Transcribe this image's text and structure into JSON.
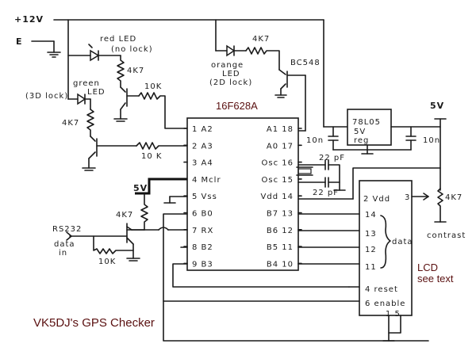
{
  "title": "VK5DJ's GPS Checker",
  "power": {
    "supply": "+12V",
    "earth": "E",
    "regulated": "5V",
    "logic_5v": "5V"
  },
  "leds": {
    "red": {
      "label": "red LED",
      "note": "(no lock)"
    },
    "green": {
      "label": "green LED",
      "note": "(3D lock)"
    },
    "orange": {
      "label": "orange LED",
      "label_line1": "orange",
      "label_line2": "LED",
      "note": "(2D lock)"
    }
  },
  "resistors": {
    "r_red": "4K7",
    "r_green": "4K7",
    "r_orange": "4K7",
    "r_base1": "10K",
    "r_base2": "10 K",
    "r_pullup": "4K7",
    "r_rs232": "10K",
    "r_contrast": "4K7"
  },
  "transistor": {
    "orange_driver": "BC548"
  },
  "mcu": {
    "name": "16F628A",
    "left_pins": [
      {
        "num": "1",
        "name": "A2"
      },
      {
        "num": "2",
        "name": "A3"
      },
      {
        "num": "3",
        "name": "A4"
      },
      {
        "num": "4",
        "name": "Mclr"
      },
      {
        "num": "5",
        "name": "Vss"
      },
      {
        "num": "6",
        "name": "B0"
      },
      {
        "num": "7",
        "name": "RX"
      },
      {
        "num": "8",
        "name": "B2"
      },
      {
        "num": "9",
        "name": "B3"
      }
    ],
    "right_pins": [
      {
        "num": "18",
        "name": "A1"
      },
      {
        "num": "17",
        "name": "A0"
      },
      {
        "num": "16",
        "name": "Osc"
      },
      {
        "num": "15",
        "name": "Osc"
      },
      {
        "num": "14",
        "name": "Vdd"
      },
      {
        "num": "13",
        "name": "B7"
      },
      {
        "num": "12",
        "name": "B6"
      },
      {
        "num": "11",
        "name": "B5"
      },
      {
        "num": "10",
        "name": "B4"
      }
    ]
  },
  "regulator": {
    "line1": "78L05",
    "line2": "5V",
    "line3": "reg"
  },
  "capacitors": {
    "c_in": "10n",
    "c_out": "10n",
    "c_osc1": "22 pF",
    "c_osc2": "22 pF"
  },
  "lcd": {
    "label": "LCD",
    "note": "see text",
    "pins": {
      "vdd": "2 Vdd",
      "contrast": "3",
      "d14": "14",
      "d13": "13",
      "d12": "12",
      "d11": "11",
      "reset": "4 reset",
      "enable": "6 enable",
      "gnd": "1 5"
    },
    "data_label": "data",
    "contrast_label": "contrast"
  },
  "serial": {
    "label": "RS232",
    "data_in_line1": "data",
    "data_in_line2": "in"
  }
}
